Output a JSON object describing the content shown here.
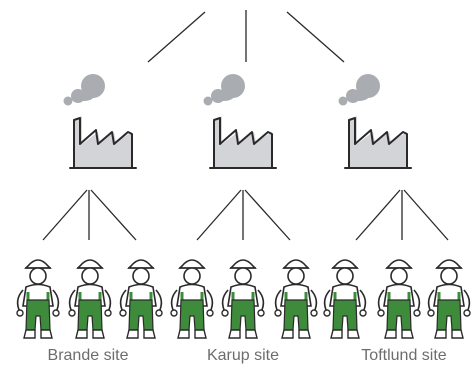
{
  "diagram": {
    "sites": [
      {
        "label": "Brande site",
        "workers": 3
      },
      {
        "label": "Karup site",
        "workers": 3
      },
      {
        "label": "Toftlund site",
        "workers": 3
      }
    ]
  },
  "colors": {
    "line": "#2a2a2a",
    "smoke": "#a9adb2",
    "factory_shadow": "#d2d4d7",
    "overalls_green": "#3e8b3c",
    "label_text": "#6d6d6d"
  },
  "icons": [
    "factory-icon",
    "smoke-icon",
    "worker-icon"
  ]
}
